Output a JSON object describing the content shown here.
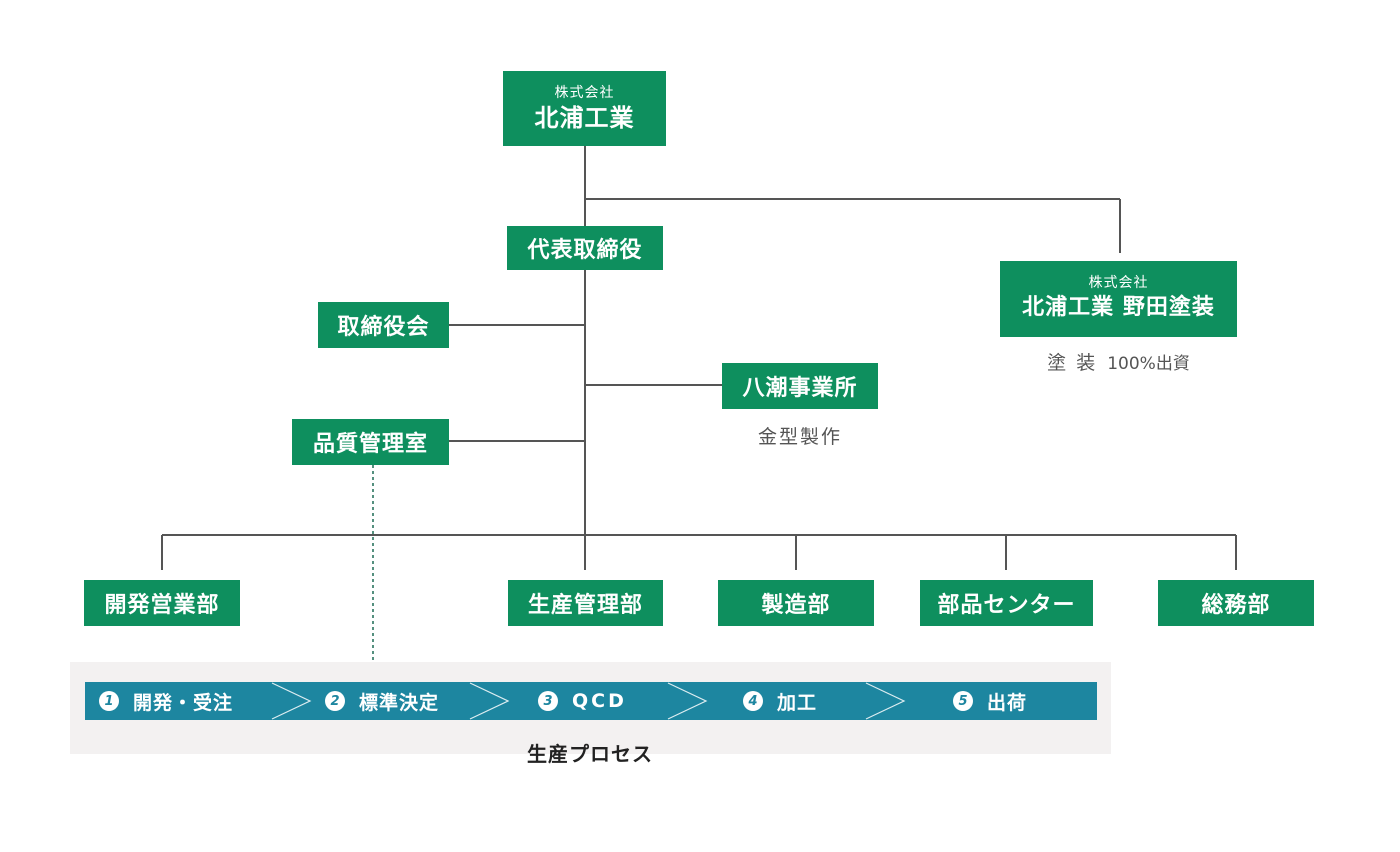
{
  "company": {
    "prefix": "株式会社",
    "name": "北浦工業"
  },
  "president": "代表取締役",
  "subsidiary": {
    "prefix": "株式会社",
    "name": "北浦工業 野田塗装",
    "note_main": "塗 装",
    "note_pct": "100%出資"
  },
  "board": "取締役会",
  "quality": "品質管理室",
  "office": {
    "name": "八潮事業所",
    "note": "金型製作"
  },
  "departments": [
    "開発営業部",
    "生産管理部",
    "製造部",
    "部品センター",
    "総務部"
  ],
  "process": {
    "caption": "生産プロセス",
    "steps": [
      {
        "num": "1",
        "label": "開発・受注"
      },
      {
        "num": "2",
        "label": "標準決定"
      },
      {
        "num": "3",
        "label": "QCD"
      },
      {
        "num": "4",
        "label": "加工"
      },
      {
        "num": "5",
        "label": "出荷"
      }
    ]
  },
  "colors": {
    "box_green": "#0e8f5e",
    "process_blue": "#1d86a0",
    "line_gray": "#555555",
    "process_bg": "#f3f1f1"
  }
}
